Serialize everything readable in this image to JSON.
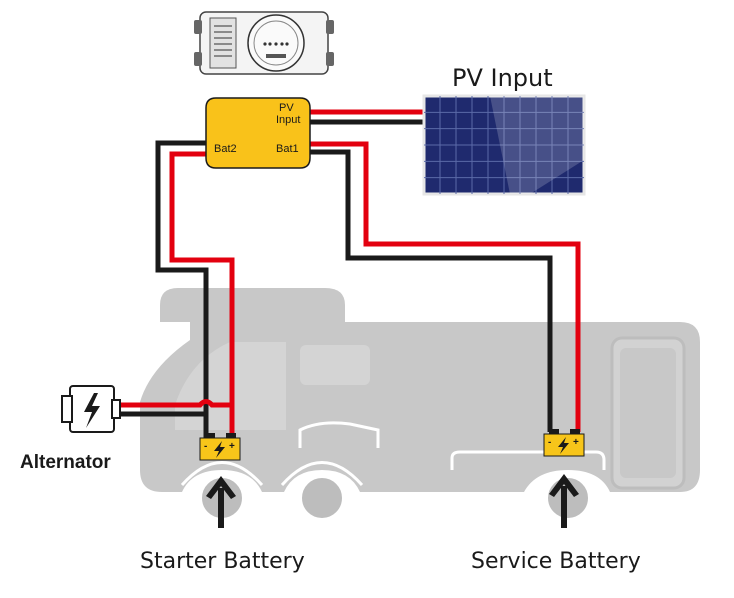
{
  "labels": {
    "pv_input_title": "PV Input",
    "pv_port_line1": "PV",
    "pv_port_line2": "Input",
    "bat2_port": "Bat2",
    "bat1_port": "Bat1",
    "alternator": "Alternator",
    "starter_battery": "Starter Battery",
    "service_battery": "Service Battery",
    "battery_minus": "-",
    "battery_plus": "+"
  },
  "colors": {
    "wire_positive": "#e3000f",
    "wire_negative": "#1a1a1a",
    "controller_body": "#f9c21a",
    "battery_body": "#f7c51a",
    "rv_silhouette": "#c8c8c8",
    "panel_cell": "#1f2a6e"
  }
}
